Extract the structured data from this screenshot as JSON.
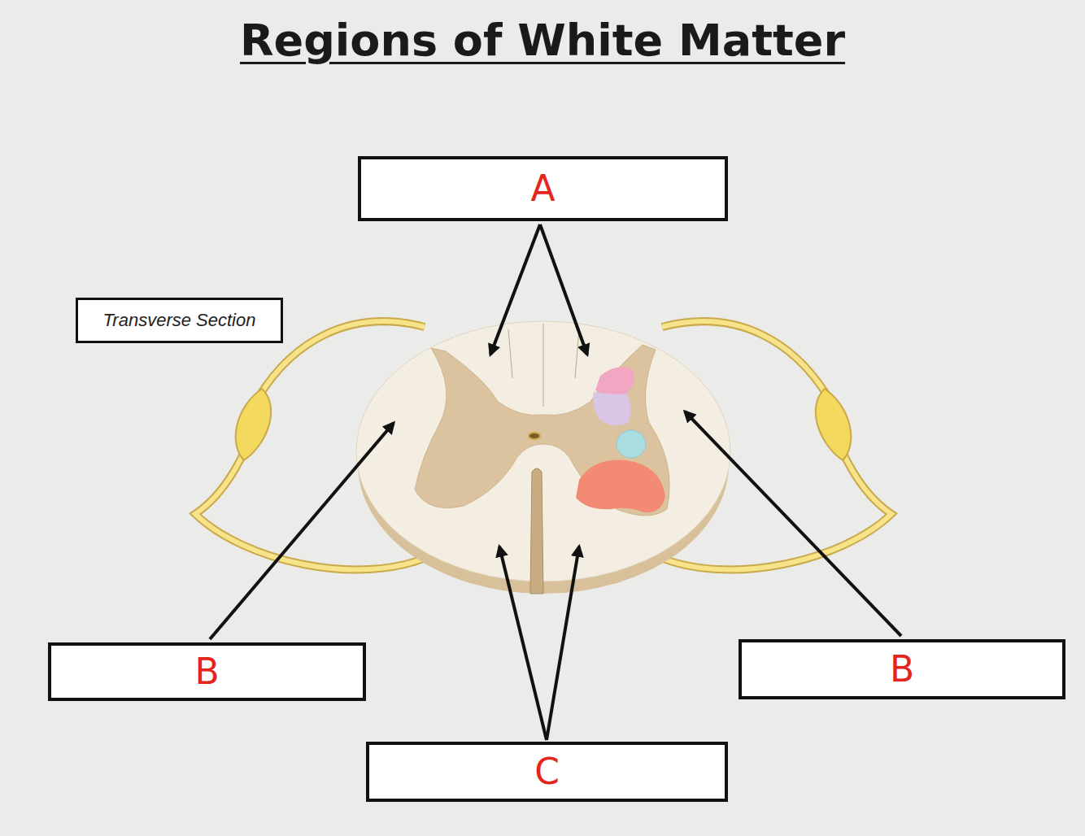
{
  "diagram": {
    "title": "Regions of White Matter",
    "nodes": [
      {
        "text": [
          "A"
        ]
      },
      {
        "text": [
          "Transverse Section"
        ]
      },
      {
        "text": [
          "B"
        ]
      },
      {
        "text": [
          "B"
        ]
      },
      {
        "text": [
          "C"
        ]
      }
    ]
  }
}
